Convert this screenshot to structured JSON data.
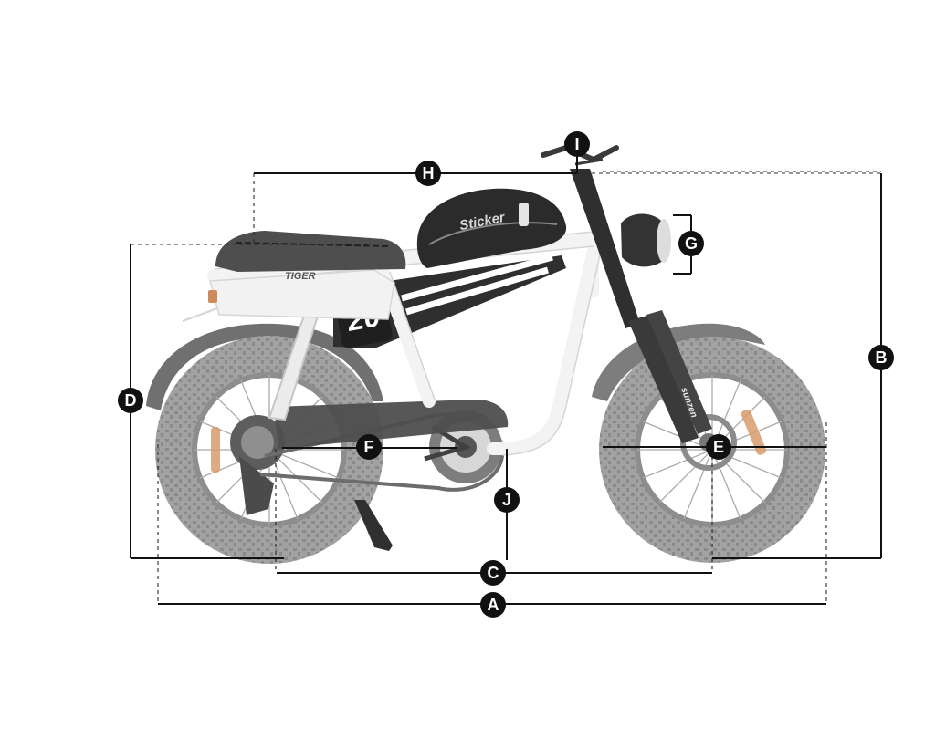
{
  "diagram": {
    "markers": {
      "A": "A",
      "B": "B",
      "C": "C",
      "D": "D",
      "E": "E",
      "F": "F",
      "G": "G",
      "H": "H",
      "I": "I",
      "J": "J"
    },
    "bike": {
      "number_plate": "20",
      "frame_logo": "TIGER",
      "tank_logo": "Sticker",
      "fork_text": "sunzen"
    },
    "colors": {
      "dimension_line": "#111111",
      "marker_fill": "#111111",
      "marker_text": "#ffffff",
      "tire": "#a6a6a6",
      "frame": "#f3f3f3",
      "dark_parts": "#2d2d2d"
    }
  }
}
